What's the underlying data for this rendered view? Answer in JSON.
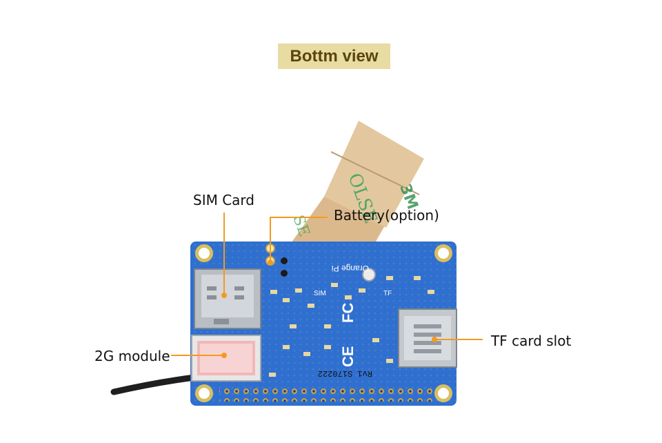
{
  "title": "Bottm view",
  "labels": {
    "sim_card": "SIM Card",
    "battery": "Battery(option)",
    "module_2g": "2G module",
    "tf_slot": "TF card slot"
  },
  "board_silkscreen": {
    "brand": "Orange Pi",
    "sim": "SIM",
    "tf": "TF",
    "date_code": "Rv1 S170222"
  },
  "colors": {
    "board": "#2f6fd0",
    "callout_line": "#f39a1e",
    "title_bg": "#e8dca2",
    "title_text": "#5a4410",
    "tape": "#dcb98c"
  }
}
